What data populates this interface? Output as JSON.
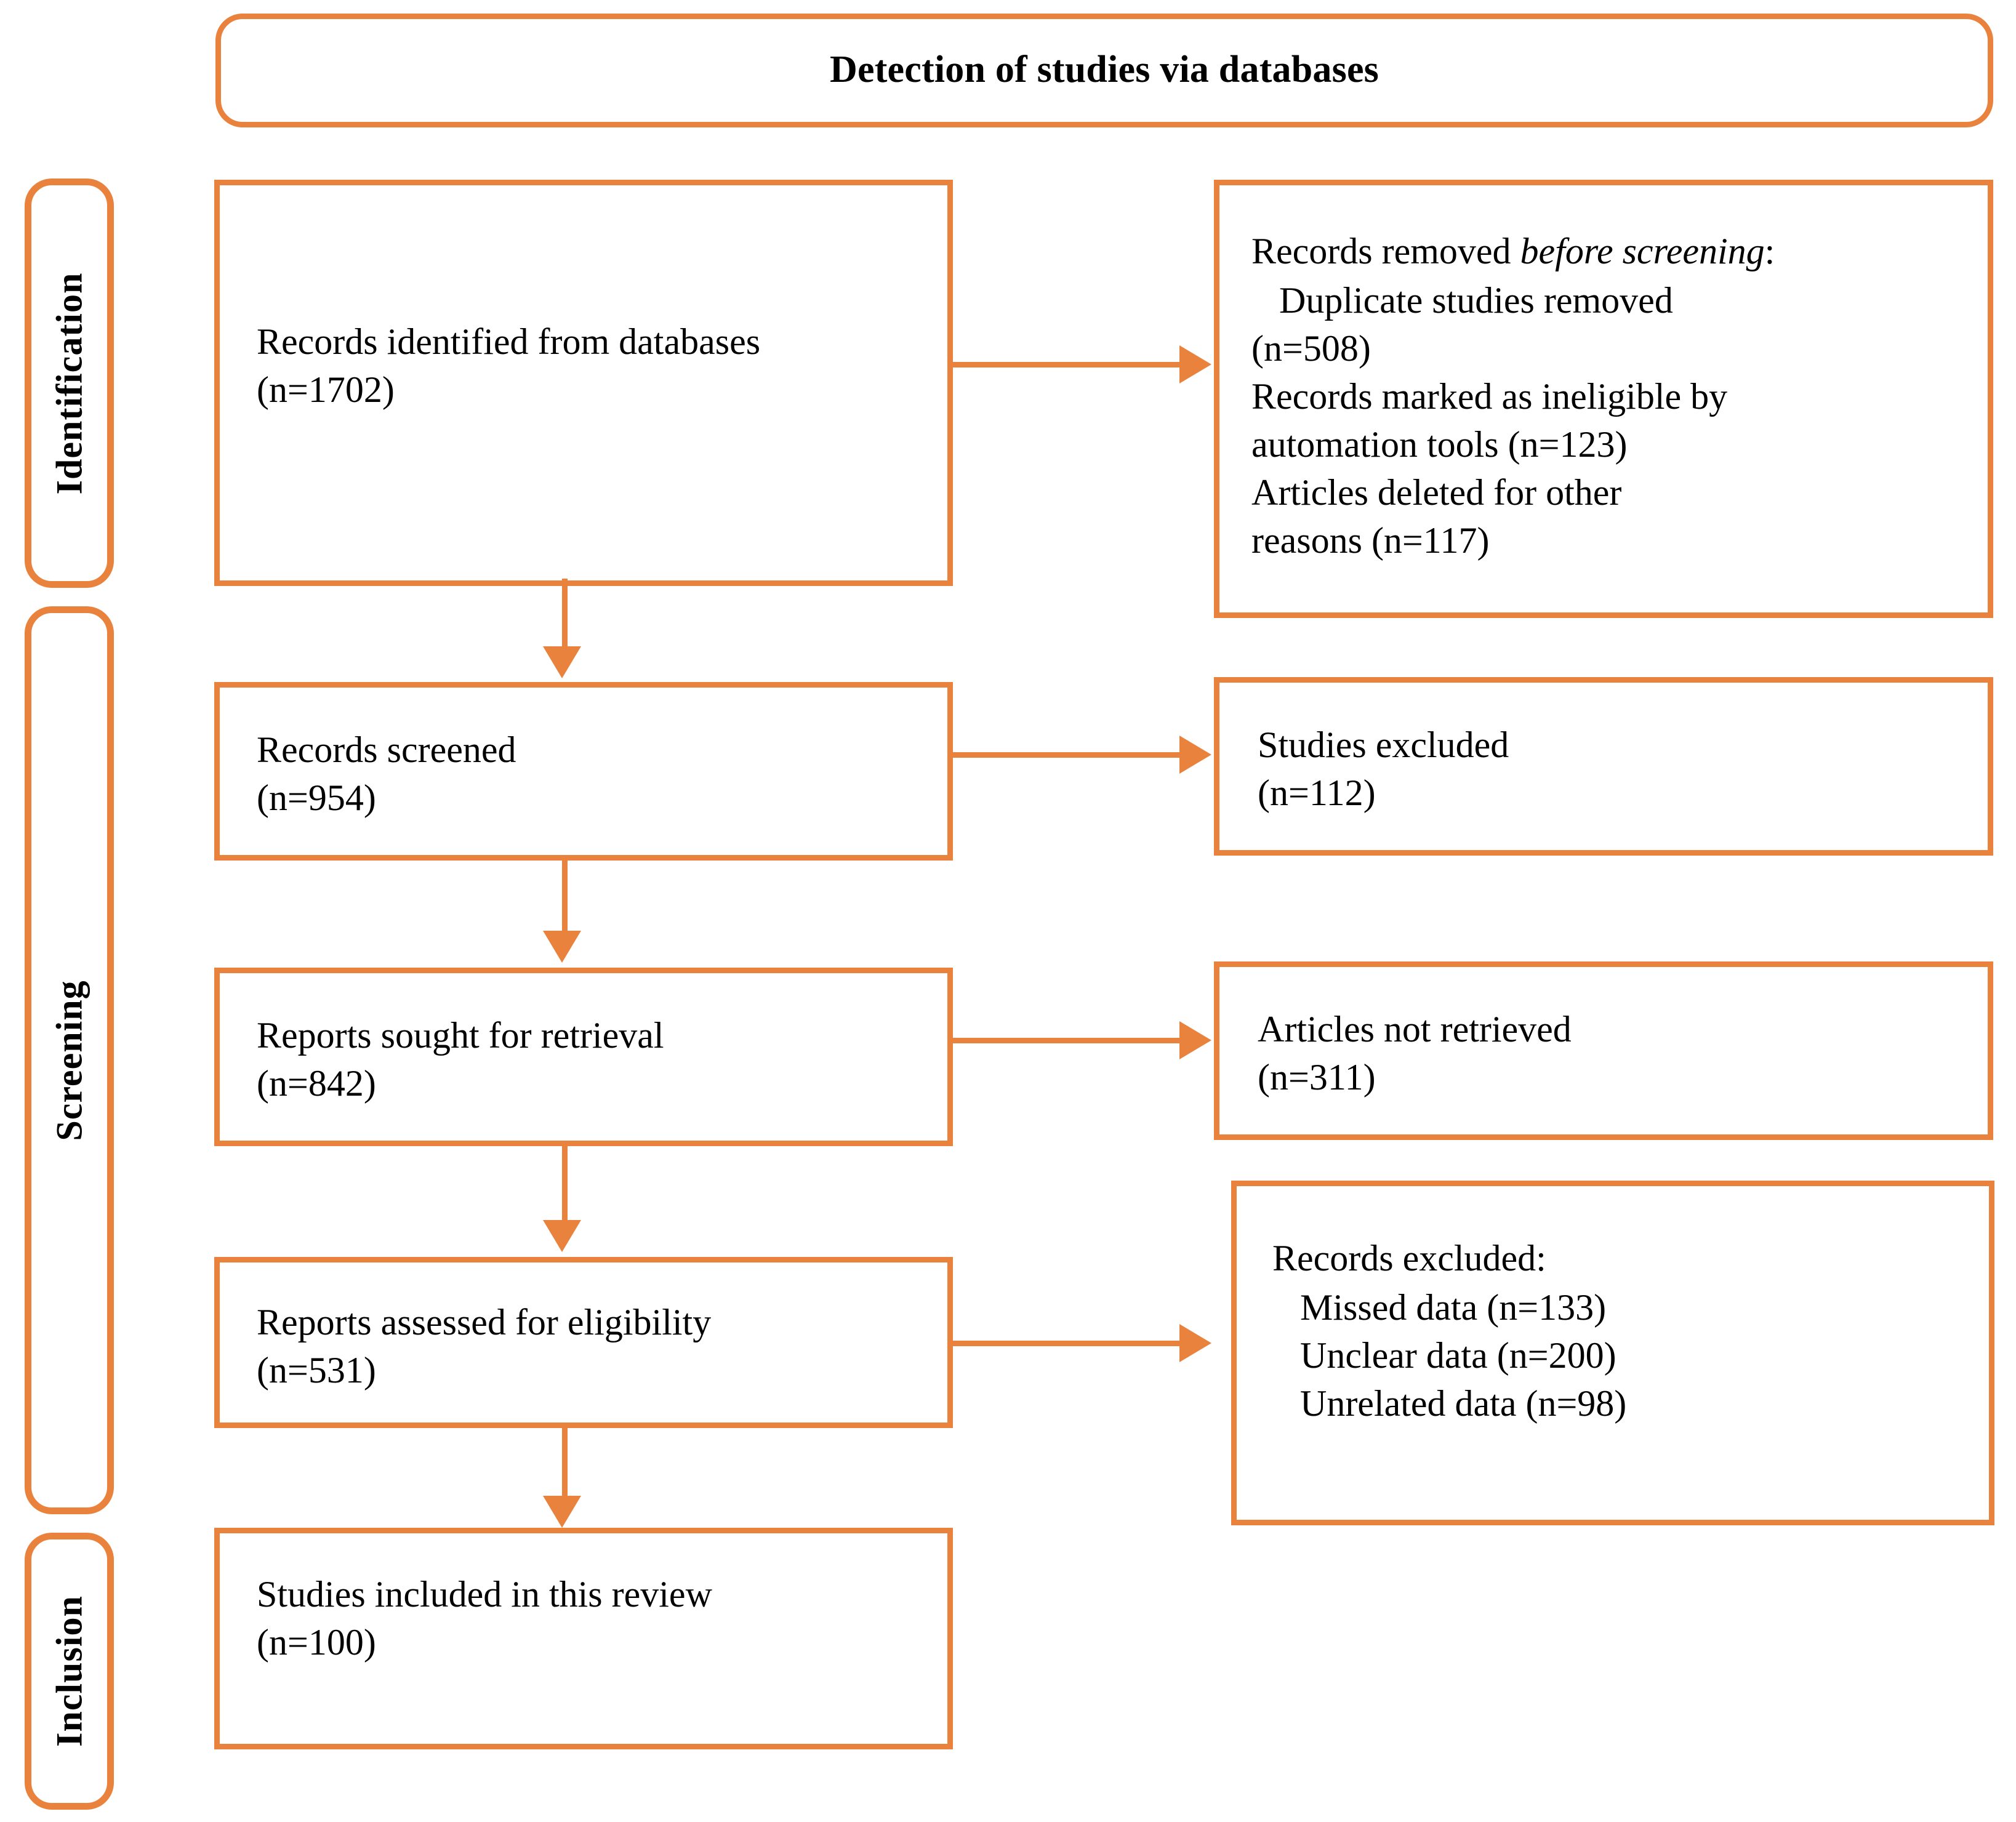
{
  "diagram": {
    "title": "Detection of studies via databases",
    "accent_color": "#E8823C",
    "text_color": "#000000",
    "stages": [
      {
        "key": "identification",
        "label": "Identification"
      },
      {
        "key": "screening",
        "label": "Screening"
      },
      {
        "key": "inclusion",
        "label": "Inclusion"
      }
    ],
    "boxes": {
      "identified": {
        "line1": "Records identified from databases",
        "line2": "(n=1702)",
        "n": 1702
      },
      "removed_before_screening": {
        "heading_plain": "Records removed ",
        "heading_italic": "before screening",
        "heading_colon": ":",
        "items": [
          {
            "text": "Duplicate studies removed (n=508)",
            "n": 508
          },
          {
            "text": "Records marked as ineligible by automation tools (n=123)",
            "n": 123
          },
          {
            "text": "Articles deleted for other reasons (n=117)",
            "n": 117
          }
        ],
        "rendered": "   Duplicate studies removed\n(n=508)\nRecords marked as ineligible by\nautomation tools (n=123)\nArticles deleted for other\nreasons (n=117)"
      },
      "screened": {
        "line1": "Records screened",
        "line2": "(n=954)",
        "n": 954
      },
      "studies_excluded": {
        "line1": "Studies excluded",
        "line2": "(n=112)",
        "n": 112
      },
      "sought_retrieval": {
        "line1": "Reports sought for retrieval",
        "line2": "(n=842)",
        "n": 842
      },
      "not_retrieved": {
        "line1": "Articles not retrieved",
        "line2": "(n=311)",
        "n": 311
      },
      "assessed_eligibility": {
        "line1": "Reports assessed for eligibility",
        "line2": "(n=531)",
        "n": 531
      },
      "records_excluded": {
        "heading": "Records excluded:",
        "items": [
          {
            "text": "Missed data (n=133)",
            "n": 133
          },
          {
            "text": "Unclear data (n=200)",
            "n": 200
          },
          {
            "text": "Unrelated data (n=98)",
            "n": 98
          }
        ],
        "rendered": "   Missed data (n=133)\n   Unclear data (n=200)\n   Unrelated data (n=98)"
      },
      "included": {
        "line1": "Studies included in this review",
        "line2": "(n=100)",
        "n": 100
      }
    }
  }
}
